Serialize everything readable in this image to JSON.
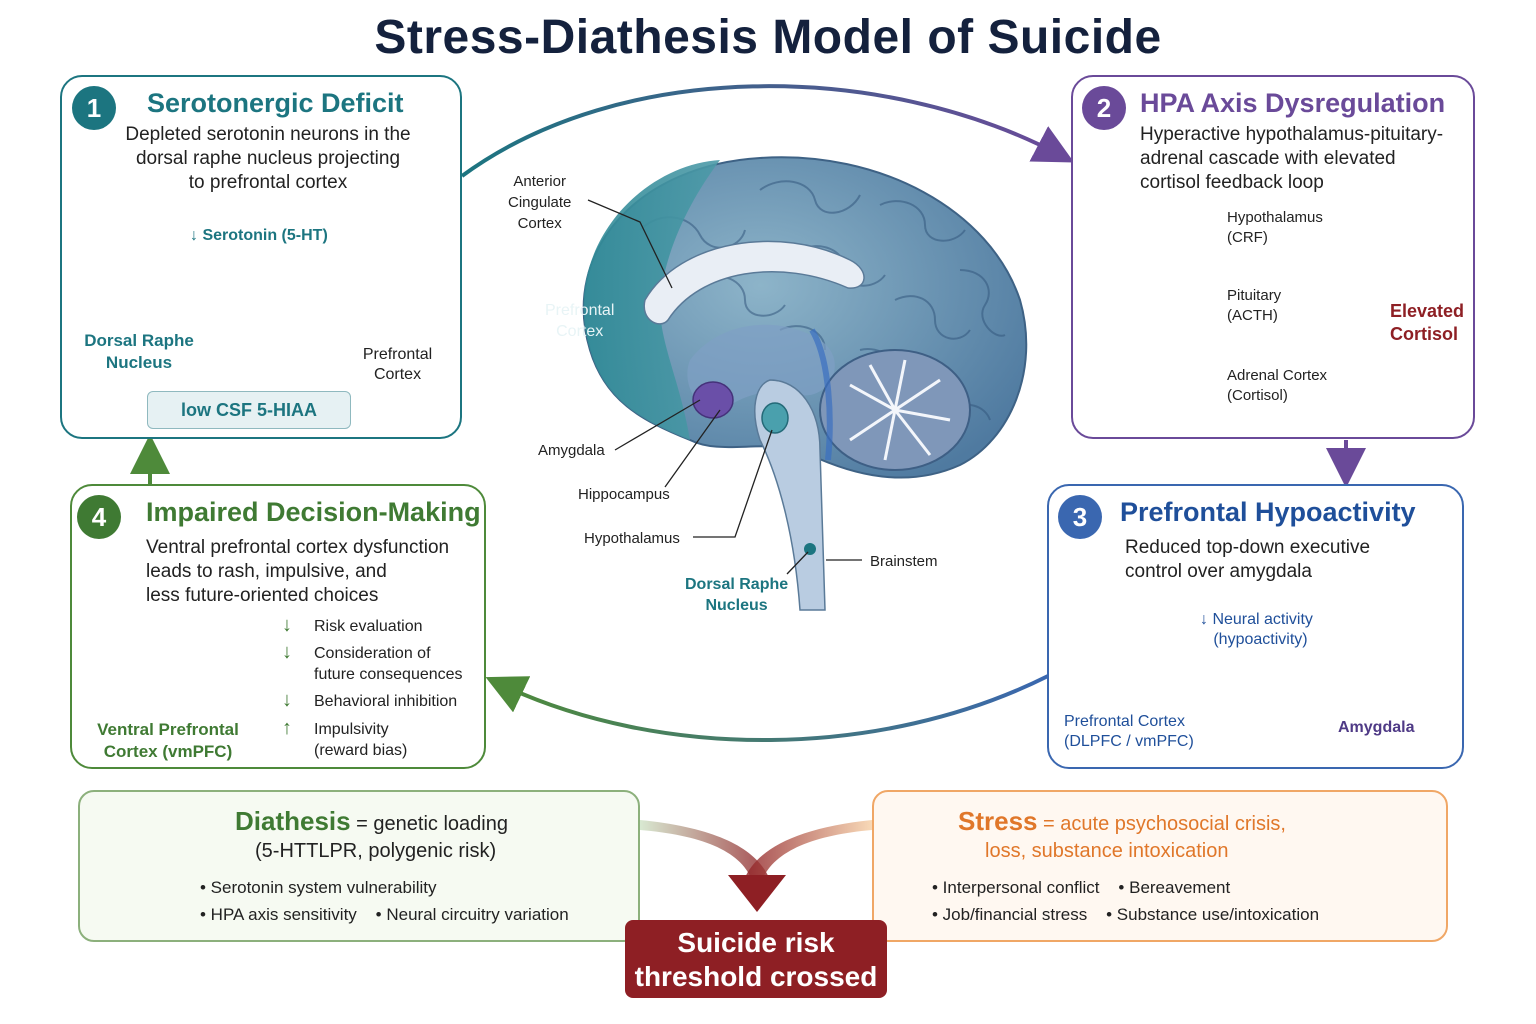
{
  "title": "Stress-Diathesis Model of Suicide",
  "colors": {
    "teal": "#1c7580",
    "purple": "#6a4a99",
    "blue": "#3a67b0",
    "green": "#4e8a3a",
    "orange": "#e0772a",
    "darkred": "#8e1f24",
    "navy": "#14213d"
  },
  "brain": {
    "acc": "Anterior\nCingulate\nCortex",
    "pfc": "Prefrontal\nCortex",
    "amygdala": "Amygdala",
    "hippocampus": "Hippocampus",
    "hypothalamus": "Hypothalamus",
    "brainstem": "Brainstem",
    "raphe": "Dorsal Raphe\nNucleus"
  },
  "box1": {
    "num": "1",
    "title": "Serotonergic Deficit",
    "desc": "Depleted serotonin neurons in the\ndorsal raphe nucleus projecting\nto prefrontal cortex",
    "serotonin": "↓ Serotonin (5-HT)",
    "raphe": "Dorsal Raphe\nNucleus",
    "pfc": "Prefrontal\nCortex",
    "badge": "low CSF 5-HIAA"
  },
  "box2": {
    "num": "2",
    "title": "HPA Axis Dysregulation",
    "desc": "Hyperactive hypothalamus-pituitary-\nadrenal cascade with elevated\ncortisol feedback loop",
    "hypo": "Hypothalamus\n(CRF)",
    "pit": "Pituitary\n(ACTH)",
    "adr": "Adrenal Cortex\n(Cortisol)",
    "plus": "+",
    "elevated": "Elevated\nCortisol"
  },
  "box3": {
    "num": "3",
    "title": "Prefrontal Hypoactivity",
    "desc": "Reduced top-down executive\ncontrol over amygdala",
    "neural": "↓ Neural activity\n   (hypoactivity)",
    "pfc": "Prefrontal Cortex\n(DLPFC / vmPFC)",
    "amy": "Amygdala"
  },
  "box4": {
    "num": "4",
    "title": "Impaired Decision-Making",
    "desc": "Ventral prefrontal cortex dysfunction\nleads to rash, impulsive, and\nless future-oriented choices",
    "vm": "Ventral Prefrontal\nCortex (vmPFC)",
    "items": [
      {
        "arrow": "↓",
        "text": "Risk evaluation"
      },
      {
        "arrow": "↓",
        "text": "Consideration of\nfuture consequences"
      },
      {
        "arrow": "↓",
        "text": "Behavioral inhibition"
      },
      {
        "arrow": "↑",
        "text": "Impulsivity\n(reward bias)"
      }
    ]
  },
  "diathesis": {
    "word": "Diathesis",
    "rest": " = genetic loading",
    "line2": "(5-HTTLPR, polygenic risk)",
    "b1": "• Serotonin system vulnerability",
    "b2": "• HPA axis sensitivity    • Neural circuitry variation"
  },
  "stress": {
    "word": "Stress",
    "rest": " = acute psychosocial crisis,",
    "line2": "loss, substance intoxication",
    "b1": "• Interpersonal conflict    • Bereavement",
    "b2": "• Job/financial stress    • Substance use/intoxication"
  },
  "threshold": "Suicide risk\nthreshold crossed"
}
